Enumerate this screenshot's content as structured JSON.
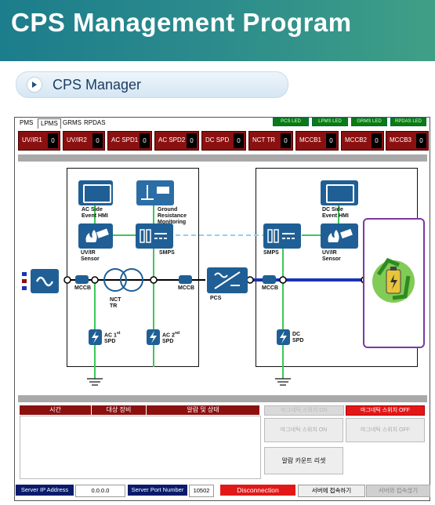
{
  "header": {
    "title": "CPS Management Program"
  },
  "nav": {
    "section_label": "CPS Manager"
  },
  "tabs": [
    "PMS",
    "LPMS",
    "GRMS",
    "RPDAS"
  ],
  "leds": [
    "PCS LED",
    "LPMS LED",
    "GRMS LED",
    "RPDAS LED"
  ],
  "indicators": [
    {
      "label": "UV/IR1",
      "value": "0"
    },
    {
      "label": "UV/IR2",
      "value": "0"
    },
    {
      "label": "AC SPD1",
      "value": "0"
    },
    {
      "label": "AC SPD2",
      "value": "0"
    },
    {
      "label": "DC SPD",
      "value": "0"
    },
    {
      "label": "NCT TR",
      "value": "0"
    },
    {
      "label": "MCCB1",
      "value": "0"
    },
    {
      "label": "MCCB2",
      "value": "0"
    },
    {
      "label": "MCCB3",
      "value": "0"
    }
  ],
  "diagram": {
    "ac_hmi": "AC Side\nEvent HMI",
    "grm": "Ground\nResistance\nMonitoring",
    "uvir_left": "UV/IR\nSensor",
    "smps_left": "SMPS",
    "dc_hmi": "DC Side\nEvent HMI",
    "smps_right": "SMPS",
    "uvir_right": "UV/IR\nSensor",
    "mccb1": "MCCB",
    "mccb2": "MCCB",
    "mccb3": "MCCB",
    "nct": "NCT\nTR",
    "pcs": "PCS",
    "ac_spd1_main": "AC 1",
    "ac_spd1_sup": "st",
    "ac_spd1_sub": "SPD",
    "ac_spd2_main": "AC 2",
    "ac_spd2_sup": "nd",
    "ac_spd2_sub": "SPD",
    "dc_spd": "DC\nSPD"
  },
  "alarm_table": {
    "headers": [
      "시간",
      "대상 장비",
      "알람 및 상태"
    ]
  },
  "controls": {
    "mag_on_header": "마그네틱 스위치 ON",
    "mag_off_header": "마그네틱 스위치 OFF",
    "mag_on_button": "마그네틱 스위치 ON",
    "mag_off_button": "마그네틱 스위치 OFF",
    "reset_button": "알람 카운트 리셋"
  },
  "footer": {
    "ip_label": "Server IP Address",
    "ip_value": "0.0.0.0",
    "port_label": "Server Port Number",
    "port_value": "10502",
    "status": "Disconnection",
    "connect_button": "서버에 접속하기",
    "disconnect_button": "서버와 접속끊기"
  },
  "colors": {
    "alarm_red": "#8b1111",
    "led_green": "#0a7b12",
    "bus_blue": "#1a33b5",
    "green_wire": "#3cc85a",
    "tile_blue": "#1f5f95",
    "battery_border": "#7a3aa0"
  }
}
